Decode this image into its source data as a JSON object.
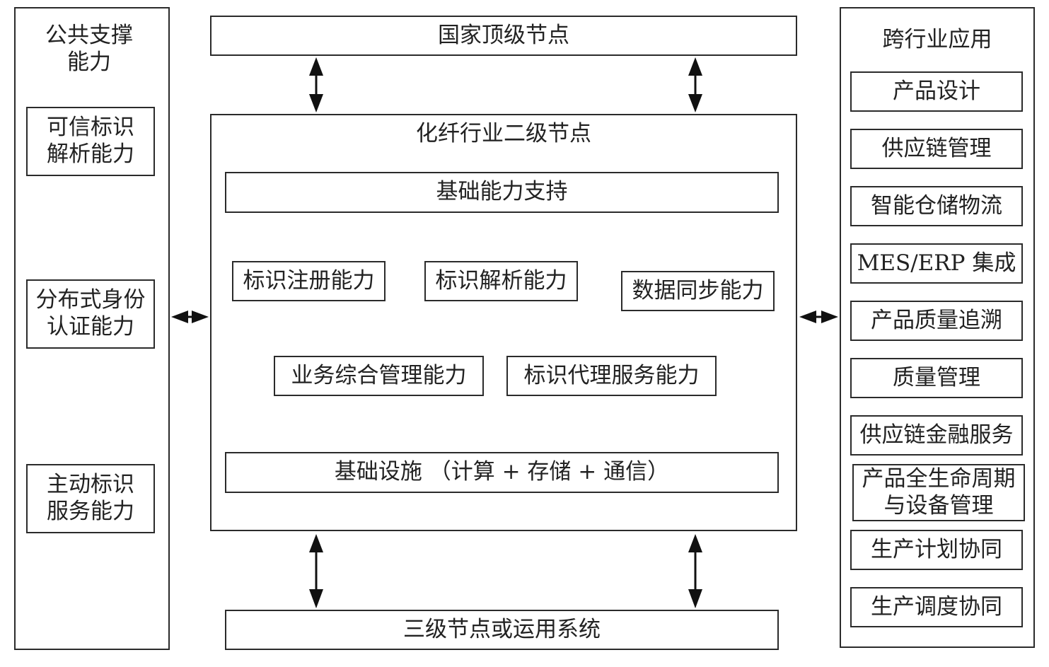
{
  "left_panel": {
    "title": "公共支撑\n能力",
    "items": [
      "可信标识\n解析能力",
      "分布式身份\n认证能力",
      "主动标识\n服务能力"
    ]
  },
  "top_node": "国家顶级节点",
  "center": {
    "title": "化纤行业二级节点",
    "basic_support": "基础能力支持",
    "capabilities": [
      "标识注册能力",
      "标识解析能力",
      "数据同步能力",
      "业务综合管理能力",
      "标识代理服务能力"
    ],
    "infrastructure": "基础设施 （计算 + 存储 + 通信）"
  },
  "bottom_node": "三级节点或运用系统",
  "right_panel": {
    "title": "跨行业应用",
    "items": [
      "产品设计",
      "供应链管理",
      "智能仓储物流",
      "MES/ERP 集成",
      "产品质量追溯",
      "质量管理",
      "供应链金融服务",
      "产品全生命周期\n与设备管理",
      "生产计划协同",
      "生产调度协同"
    ]
  }
}
